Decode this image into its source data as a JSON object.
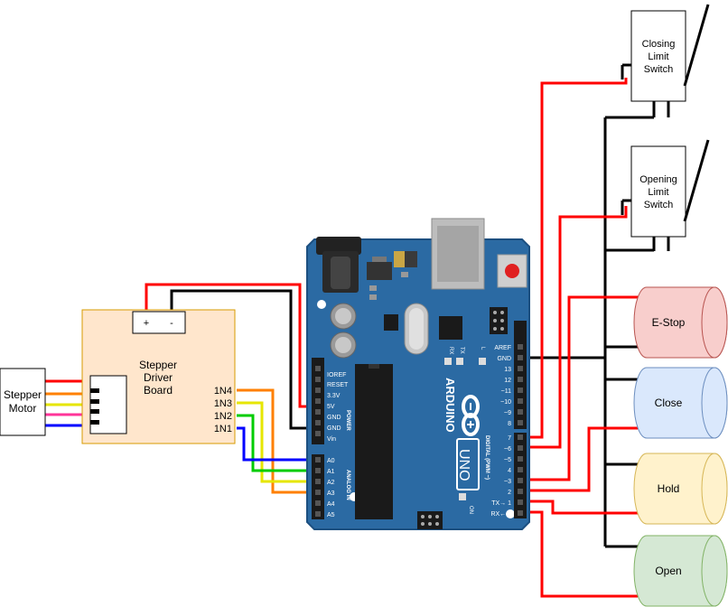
{
  "motor": {
    "label1": "Stepper",
    "label2": "Motor"
  },
  "driver": {
    "label1": "Stepper",
    "label2": "Driver",
    "label3": "Board",
    "plus": "+",
    "minus": "-",
    "inputs": [
      "1N4",
      "1N3",
      "1N2",
      "1N1"
    ]
  },
  "arduino": {
    "brand": "ARDUINO",
    "model": "UNO",
    "power_header_label": "POWER",
    "analog_header_label": "ANALOG IN",
    "digital_header_label": "DIGITAL (PWM ~)",
    "on_label": "ON",
    "l_label": "L",
    "tx_label": "TX",
    "rx_label": "RX",
    "power_pins": [
      "IOREF",
      "RESET",
      "3.3V",
      "5V",
      "GND",
      "GND",
      "Vin"
    ],
    "analog_pins": [
      "A0",
      "A1",
      "A2",
      "A3",
      "A4",
      "A5"
    ],
    "digital_upper_pins": [
      "AREF",
      "GND",
      "13",
      "12",
      "~11",
      "~10",
      "~9",
      "8"
    ],
    "digital_lower_pins": [
      "7",
      "~6",
      "~5",
      "4",
      "~3",
      "2",
      "TX→ 1",
      "RX← 0"
    ]
  },
  "switches": [
    {
      "line1": "Closing",
      "line2": "Limit",
      "line3": "Switch"
    },
    {
      "line1": "Opening",
      "line2": "Limit",
      "line3": "Switch"
    }
  ],
  "buttons": [
    {
      "label": "E-Stop",
      "fill": "#f8cecc",
      "stroke": "#b85450"
    },
    {
      "label": "Close",
      "fill": "#dae8fc",
      "stroke": "#6c8ebf"
    },
    {
      "label": "Hold",
      "fill": "#fff2cc",
      "stroke": "#d6b656"
    },
    {
      "label": "Open",
      "fill": "#d5e8d4",
      "stroke": "#82b366"
    }
  ],
  "colors": {
    "board": "#2b6aa3",
    "board_edge": "#1c4f80",
    "driver_fill": "#ffe6cc",
    "driver_stroke": "#d79b00",
    "wire_red": "#ff0000",
    "wire_black": "#000000",
    "wire_orange": "#ff8000",
    "wire_yellow": "#e6e600",
    "wire_green": "#00cc00",
    "wire_blue": "#0000ff",
    "wire_pink": "#ff3399"
  }
}
